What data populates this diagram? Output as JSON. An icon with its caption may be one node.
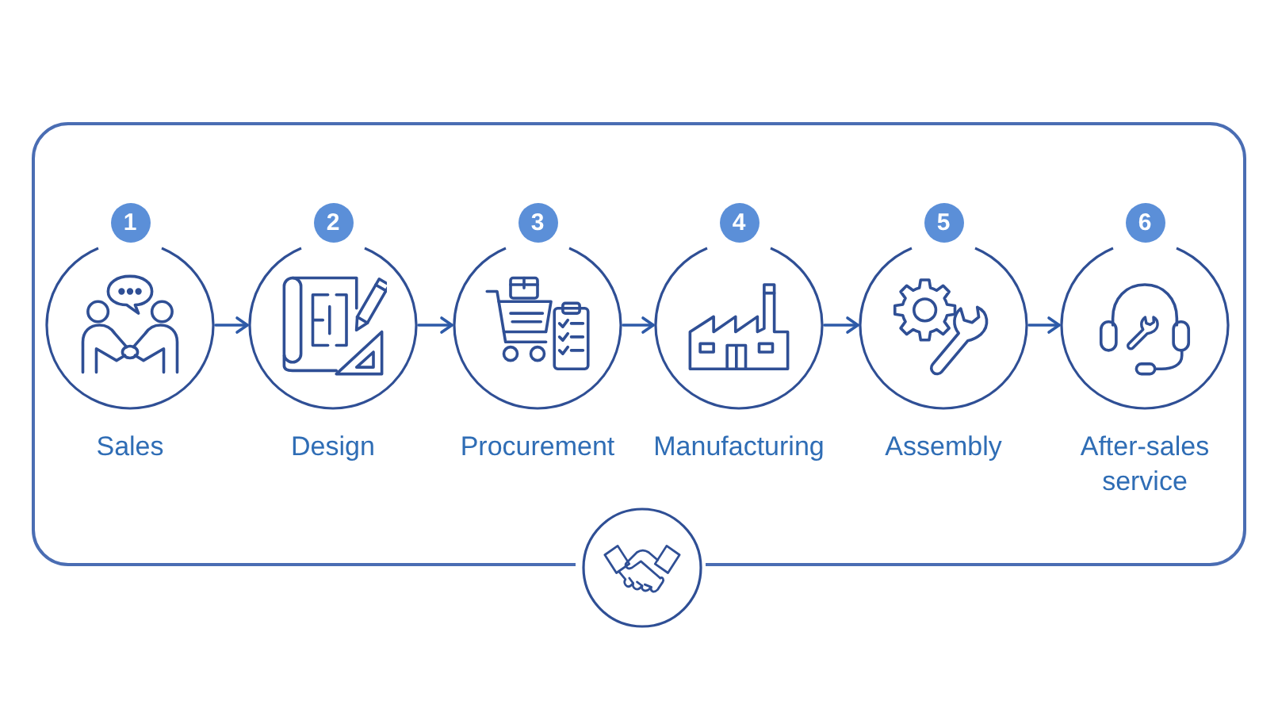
{
  "diagram": {
    "nodes": [
      {
        "text": [],
        "shape": "box"
      },
      {
        "text": [
          "1",
          "Sales"
        ],
        "in": 0
      },
      {
        "text": [
          "2",
          "Design"
        ],
        "in": 0
      },
      {
        "text": [
          "3",
          "Procurement"
        ],
        "in": 0
      },
      {
        "text": [
          "4",
          "Manufacturing"
        ],
        "in": 0
      },
      {
        "text": [
          "5",
          "Assembly"
        ],
        "in": 0
      },
      {
        "text": [
          "6",
          "After-sales service"
        ],
        "in": 0
      },
      {
        "text": [],
        "shape": "circle"
      }
    ],
    "edges": [
      {
        "from": 1,
        "to": 2,
        "arrow": "to"
      },
      {
        "from": 2,
        "to": 3,
        "arrow": "to"
      },
      {
        "from": 3,
        "to": 4,
        "arrow": "to"
      },
      {
        "from": 4,
        "to": 5,
        "arrow": "to"
      },
      {
        "from": 5,
        "to": 6,
        "arrow": "to"
      }
    ]
  }
}
